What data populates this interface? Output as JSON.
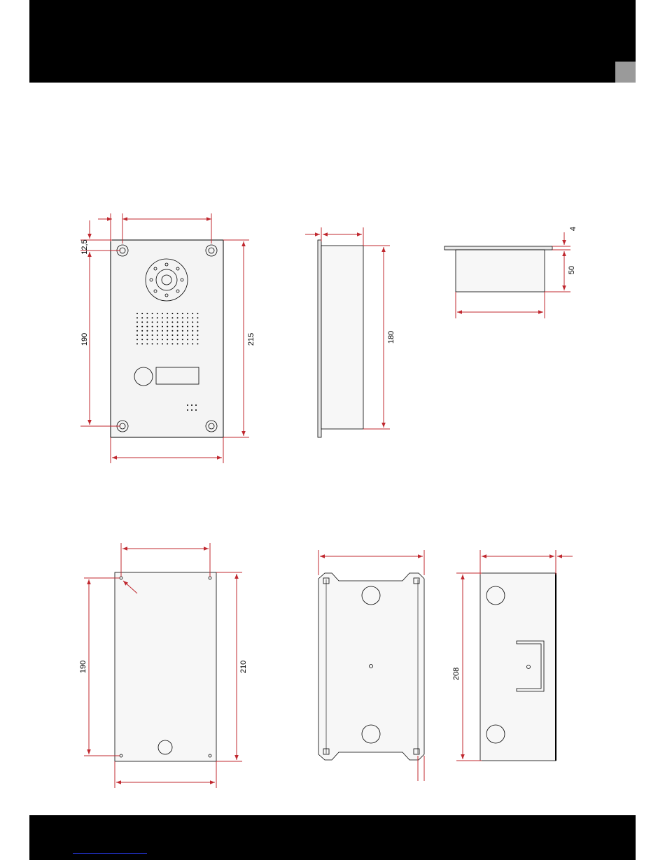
{
  "colors": {
    "band": "#000000",
    "dimension_line": "#c0282f",
    "outline": "#000000",
    "panel_fill": "#f4f4f4",
    "box_fill": "#f7f7f7",
    "tab": "#9a9a9a",
    "link": "#2233cc"
  },
  "dimensions": {
    "front_hole_offset": "12,5",
    "front_hole_height": "190",
    "front_height": "215",
    "side_height": "180",
    "top_flange": "4",
    "top_depth": "50",
    "back_hole_height": "190",
    "back_height": "210",
    "box_side_height": "208"
  }
}
